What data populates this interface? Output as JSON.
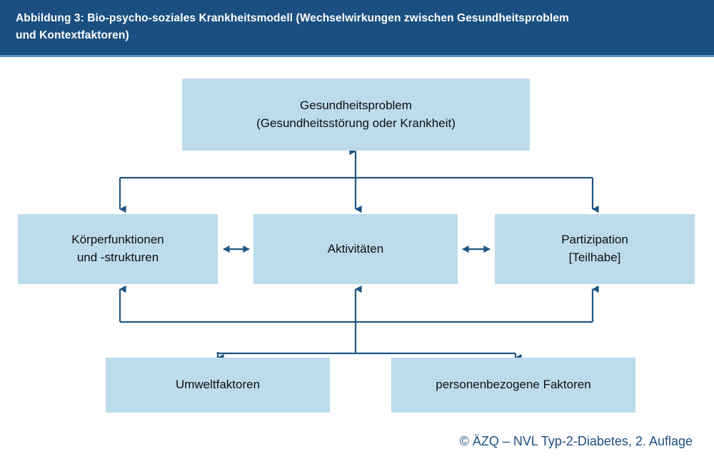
{
  "header": {
    "title": "Abbildung 3:  Bio-psycho-soziales Krankheitsmodell (Wechselwirkungen zwischen Gesundheitsproblem\nund Kontextfaktoren)",
    "background_color": "#1b4f81",
    "text_color": "#ffffff",
    "underline_color": "#5b93c0"
  },
  "diagram": {
    "type": "flow-diagram",
    "box_fill_color": "#bcdcec",
    "connector_color": "#1f5582",
    "text_color": "#0f0f0f",
    "nodes": [
      {
        "id": "health-problem",
        "label": "Gesundheitsproblem\n(Gesundheitsstörung oder Krankheit)",
        "row": "top"
      },
      {
        "id": "body-functions",
        "label": "Körperfunktionen\nund -strukturen",
        "row": "middle"
      },
      {
        "id": "activities",
        "label": "Aktivitäten",
        "row": "middle"
      },
      {
        "id": "participation",
        "label": "Partizipation\n[Teilhabe]",
        "row": "middle"
      },
      {
        "id": "environmental-factors",
        "label": "Umweltfaktoren",
        "row": "bottom"
      },
      {
        "id": "personal-factors",
        "label": "personenbezogene Faktoren",
        "row": "bottom"
      }
    ],
    "connectors": [
      {
        "from": "health-problem",
        "to": "body-functions",
        "style": "arrow-down"
      },
      {
        "from": "health-problem",
        "to": "activities",
        "style": "arrow-both-vertical"
      },
      {
        "from": "health-problem",
        "to": "participation",
        "style": "arrow-down"
      },
      {
        "from": "body-functions",
        "to": "activities",
        "style": "arrow-both-horizontal"
      },
      {
        "from": "activities",
        "to": "participation",
        "style": "arrow-both-horizontal"
      },
      {
        "from": "environmental-factors",
        "to": "body-functions",
        "style": "arrow-up"
      },
      {
        "from": "environmental-factors",
        "to": "activities",
        "style": "arrow-up"
      },
      {
        "from": "personal-factors",
        "to": "participation",
        "style": "arrow-up"
      },
      {
        "from": "middle-row",
        "to": "environmental-factors",
        "style": "arrow-down"
      },
      {
        "from": "middle-row",
        "to": "personal-factors",
        "style": "arrow-down"
      }
    ]
  },
  "footer": {
    "copyright": "© ÄZQ – NVL Typ-2-Diabetes, 2. Auflage",
    "text_color": "#1b4f81"
  }
}
